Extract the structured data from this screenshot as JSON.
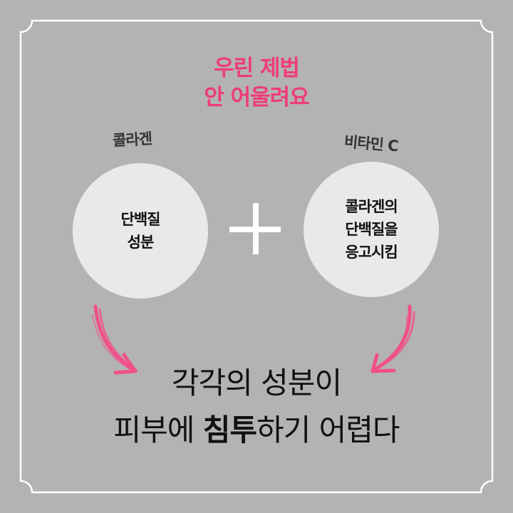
{
  "headline": {
    "line1": "우린 제법",
    "line2": "안 어울려요"
  },
  "left": {
    "label": "콜라겐",
    "circle_lines": [
      "단백질",
      "성분"
    ]
  },
  "right": {
    "label": "비타민 C",
    "circle_lines": [
      "콜라겐의",
      "단백질을",
      "응고시킴"
    ]
  },
  "operator": "plus-icon",
  "conclusion": {
    "line1": "각각의 성분이",
    "line2_pre": "피부에 ",
    "line2_bold": "침투",
    "line2_post": "하기 어렵다"
  },
  "colors": {
    "background": "#b3b3b3",
    "accent_pink": "#ef3b7a",
    "circle_fill": "#e9e9e9",
    "frame": "#ffffff"
  }
}
